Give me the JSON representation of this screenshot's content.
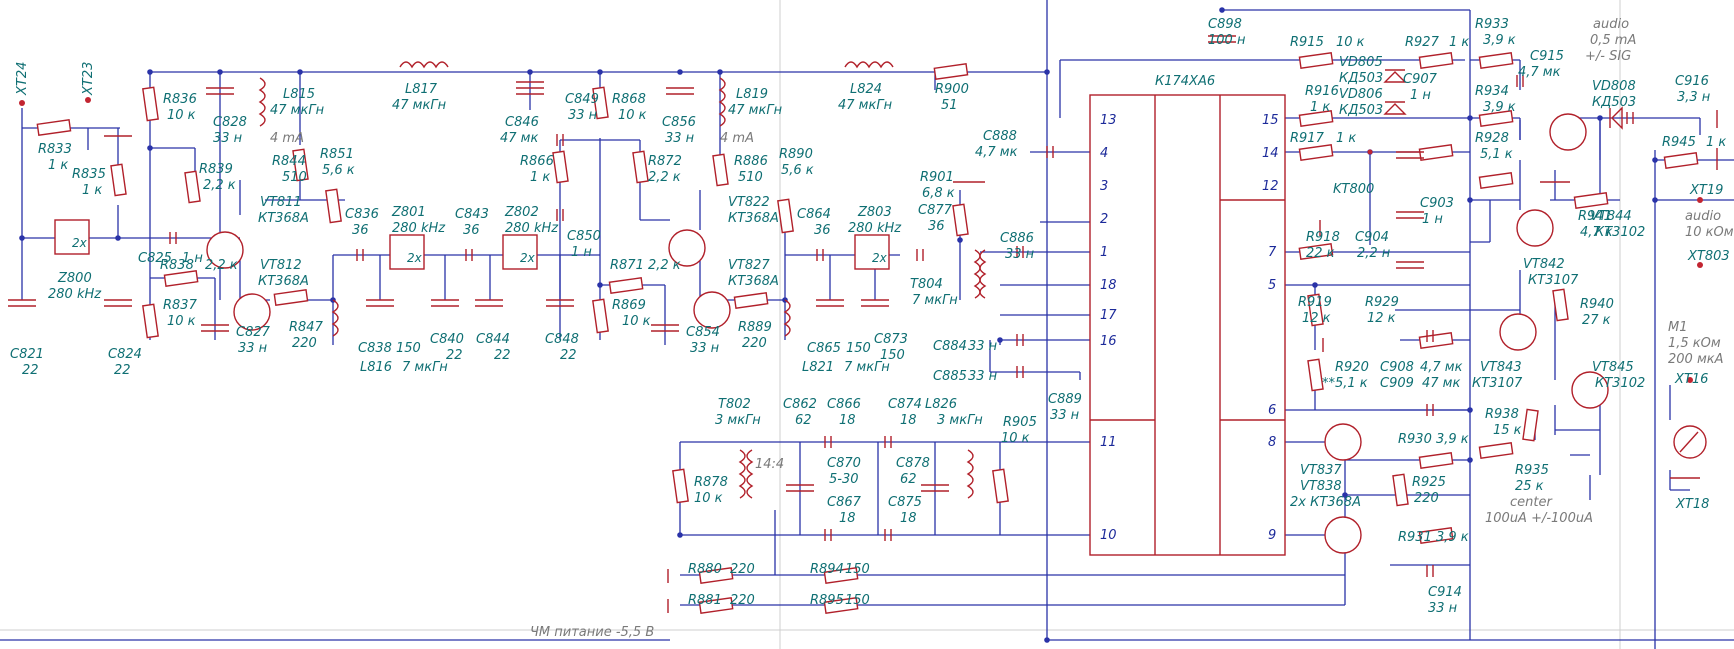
{
  "resistors": [
    {
      "ref": "R833",
      "val": "1 к"
    },
    {
      "ref": "R835",
      "val": "1 к"
    },
    {
      "ref": "R836",
      "val": "10 к"
    },
    {
      "ref": "R839",
      "val": "2,2 к"
    },
    {
      "ref": "R838",
      "val": "2,2 к"
    },
    {
      "ref": "R837",
      "val": "10 к"
    },
    {
      "ref": "R844",
      "val": "510"
    },
    {
      "ref": "R851",
      "val": "5,6 к"
    },
    {
      "ref": "R847",
      "val": "220"
    },
    {
      "ref": "R868",
      "val": "10 к"
    },
    {
      "ref": "R866",
      "val": "1 к"
    },
    {
      "ref": "R872",
      "val": "2,2 к"
    },
    {
      "ref": "R886",
      "val": "510"
    },
    {
      "ref": "R871",
      "val": "2,2 к"
    },
    {
      "ref": "R869",
      "val": "10 к"
    },
    {
      "ref": "R889",
      "val": "220"
    },
    {
      "ref": "R890",
      "val": "5,6 к"
    },
    {
      "ref": "R900",
      "val": "51"
    },
    {
      "ref": "R901",
      "val": "6,8 к"
    },
    {
      "ref": "R915",
      "val": "10 к"
    },
    {
      "ref": "R927",
      "val": "1 к"
    },
    {
      "ref": "R916",
      "val": "1 к"
    },
    {
      "ref": "R917",
      "val": "1 к"
    },
    {
      "ref": "R918",
      "val": "22 к"
    },
    {
      "ref": "R919",
      "val": "12 к"
    },
    {
      "ref": "R929",
      "val": "12 к"
    },
    {
      "ref": "R920",
      "val": "**5,1 к"
    },
    {
      "ref": "R933",
      "val": "3,9 к"
    },
    {
      "ref": "R934",
      "val": "3,9 к"
    },
    {
      "ref": "R928",
      "val": "5,1 к"
    },
    {
      "ref": "R941",
      "val": "4,7 к"
    },
    {
      "ref": "R945",
      "val": "1 к"
    },
    {
      "ref": "R940",
      "val": "27 к"
    },
    {
      "ref": "R938",
      "val": "15 к"
    },
    {
      "ref": "R935",
      "val": "25 к"
    },
    {
      "ref": "R930",
      "val": "3,9 к"
    },
    {
      "ref": "R931",
      "val": "3,9 к"
    },
    {
      "ref": "R925",
      "val": "220"
    },
    {
      "ref": "R878",
      "val": "10 к"
    },
    {
      "ref": "R905",
      "val": "10 к"
    },
    {
      "ref": "R880",
      "val": "220"
    },
    {
      "ref": "R881",
      "val": "220"
    },
    {
      "ref": "R894",
      "val": "150"
    },
    {
      "ref": "R895",
      "val": "150"
    }
  ],
  "capacitors": [
    {
      "ref": "C821",
      "val": "22"
    },
    {
      "ref": "C824",
      "val": "22"
    },
    {
      "ref": "C825",
      "val": "1 н"
    },
    {
      "ref": "C827",
      "val": "33 н"
    },
    {
      "ref": "C828",
      "val": "33 н"
    },
    {
      "ref": "C836",
      "val": "36"
    },
    {
      "ref": "C838",
      "val": "150"
    },
    {
      "ref": "C840",
      "val": "22"
    },
    {
      "ref": "C843",
      "val": "36"
    },
    {
      "ref": "C844",
      "val": "22"
    },
    {
      "ref": "C846",
      "val": "47 мк"
    },
    {
      "ref": "C849",
      "val": "33 н"
    },
    {
      "ref": "C848",
      "val": "22"
    },
    {
      "ref": "C850",
      "val": "1 н"
    },
    {
      "ref": "C854",
      "val": "33 н"
    },
    {
      "ref": "C856",
      "val": "33 н"
    },
    {
      "ref": "C864",
      "val": "36"
    },
    {
      "ref": "C865",
      "val": "150"
    },
    {
      "ref": "C873",
      "val": "150"
    },
    {
      "ref": "C877",
      "val": "36"
    },
    {
      "ref": "C884",
      "val": "33 н"
    },
    {
      "ref": "C885",
      "val": "33 н"
    },
    {
      "ref": "C886",
      "val": "33 н"
    },
    {
      "ref": "C888",
      "val": "4,7 мк"
    },
    {
      "ref": "C889",
      "val": "33 н"
    },
    {
      "ref": "C898",
      "val": "100 н"
    },
    {
      "ref": "C907",
      "val": "1 н"
    },
    {
      "ref": "C903",
      "val": "1 н"
    },
    {
      "ref": "C904",
      "val": "2,2 н"
    },
    {
      "ref": "C915",
      "val": "4,7 мк"
    },
    {
      "ref": "C916",
      "val": "3,3 н"
    },
    {
      "ref": "C908",
      "val": "4,7 мк"
    },
    {
      "ref": "C909",
      "val": "47 мк"
    },
    {
      "ref": "C914",
      "val": "33 н"
    },
    {
      "ref": "C862",
      "val": "62"
    },
    {
      "ref": "C866",
      "val": "18"
    },
    {
      "ref": "C870",
      "val": "5-30"
    },
    {
      "ref": "C867",
      "val": "18"
    },
    {
      "ref": "C874",
      "val": "18"
    },
    {
      "ref": "C875",
      "val": "18"
    },
    {
      "ref": "C878",
      "val": "62"
    }
  ],
  "inductors": [
    {
      "ref": "L815",
      "val": "47 мкГн"
    },
    {
      "ref": "L817",
      "val": "47 мкГн"
    },
    {
      "ref": "L819",
      "val": "47 мкГн"
    },
    {
      "ref": "L824",
      "val": "47 мкГн"
    },
    {
      "ref": "L816",
      "val": "7 мкГн"
    },
    {
      "ref": "L821",
      "val": "7 мкГн"
    },
    {
      "ref": "L826",
      "val": "3 мкГн"
    },
    {
      "ref": "T804",
      "val": "7 мкГн"
    },
    {
      "ref": "T802",
      "val": "3 мкГн"
    }
  ],
  "filters": [
    {
      "ref": "Z800",
      "val": "280 kHz",
      "mark": "2x"
    },
    {
      "ref": "Z801",
      "val": "280 kHz",
      "mark": "2x"
    },
    {
      "ref": "Z802",
      "val": "280 kHz",
      "mark": "2x"
    },
    {
      "ref": "Z803",
      "val": "280 kHz",
      "mark": "2x"
    }
  ],
  "transistors": [
    {
      "ref": "VT811",
      "type": "КТ368А"
    },
    {
      "ref": "VT812",
      "type": "КТ368А"
    },
    {
      "ref": "VT822",
      "type": "КТ368А"
    },
    {
      "ref": "VT827",
      "type": "КТ368А"
    },
    {
      "ref": "VT842",
      "type": "КТ3107"
    },
    {
      "ref": "VT843",
      "type": "КТ3107"
    },
    {
      "ref": "VT844",
      "type": "КТ3102"
    },
    {
      "ref": "VT845",
      "type": "КТ3102"
    },
    {
      "ref": "VT837_VT838",
      "type": "2х КТ368А",
      "label": "VT837"
    },
    {
      "ref": "VT838",
      "type": "",
      "label": "VT838"
    }
  ],
  "diodes": [
    {
      "ref": "VD805",
      "type": "КД503"
    },
    {
      "ref": "VD806",
      "type": "КД503"
    },
    {
      "ref": "VD808",
      "type": "КД503"
    }
  ],
  "terminals": [
    "XT24",
    "XT23",
    "XT19",
    "XT803",
    "XT16",
    "XT18",
    "KT800"
  ],
  "meter": {
    "ref": "M1",
    "spec1": "1,5 кОм",
    "spec2": "200 мкА"
  },
  "ic": {
    "name": "К174ХА6",
    "left_pins": [
      "13",
      "4",
      "3",
      "2",
      "1",
      "18",
      "17",
      "16",
      "11",
      "10"
    ],
    "right_pins": [
      "15",
      "14",
      "12",
      "7",
      "5",
      "6",
      "8",
      "9"
    ]
  },
  "notes": {
    "ma4a": "4 mA",
    "ma4b": "4 mA",
    "audio1": "audio",
    "audio1b": "0,5 mA",
    "audio1c": "+/- SIG",
    "audio2": "audio",
    "audio2b": "10 кОм",
    "ratio": "14:4",
    "center": "center",
    "center_range": "100uA +/-100uA",
    "supply": "ЧМ питание -5,5 В"
  },
  "colors": {
    "wire": "#2a33a8",
    "component": "#b1202a",
    "label": "#0f6f73",
    "note": "#7a7a7a"
  }
}
